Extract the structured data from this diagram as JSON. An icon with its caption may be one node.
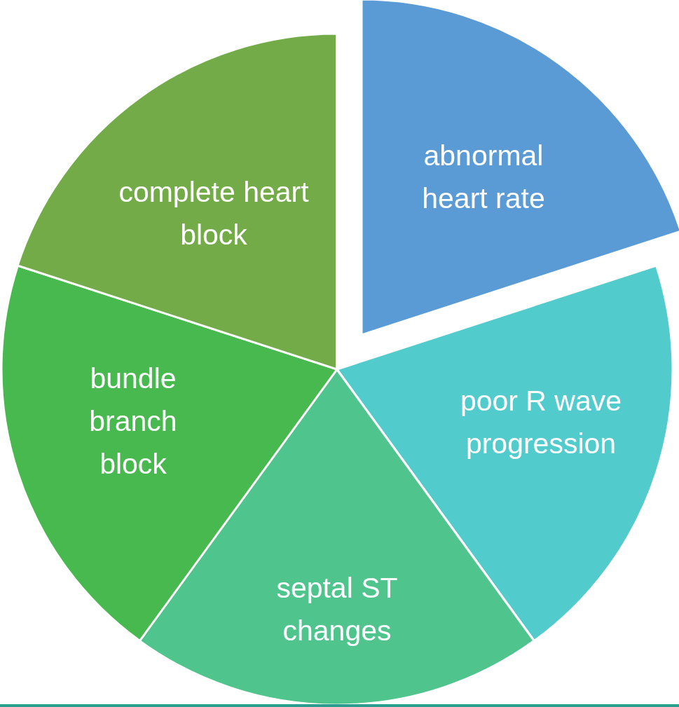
{
  "diagram": {
    "nodes": [
      {
        "text": [
          "abnormal heart rate"
        ]
      },
      {
        "text": [
          "poor R wave progression"
        ]
      },
      {
        "text": [
          "septal ST changes"
        ]
      },
      {
        "text": [
          "bundle branch block"
        ]
      },
      {
        "text": [
          "complete heart block"
        ]
      }
    ]
  }
}
